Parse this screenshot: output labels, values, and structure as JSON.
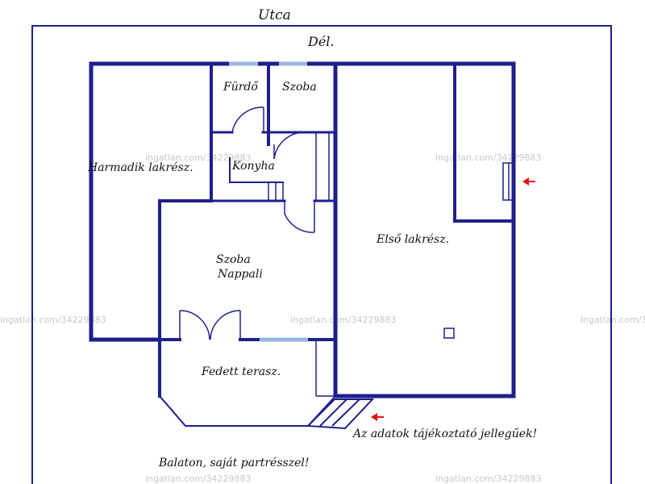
{
  "labels": {
    "street": "Utca",
    "south": "Dél.",
    "bathroom": "Fürdő",
    "room_top": "Szoba",
    "kitchen": "Konyha",
    "third_unit": "Harmadik lakrész.",
    "room_living_1": "Szoba",
    "room_living_2": "Nappali",
    "first_unit": "Első lakrész.",
    "terrace": "Fedett terasz.",
    "note": "Az adatok tájékoztató jellegűek!",
    "lake": "Balaton, saját partrésszel!"
  },
  "watermark": "ingatlan.com/34229883",
  "colors": {
    "wall": "#1f1f8c",
    "border": "#1f1f8c",
    "window": "#9ab8dc",
    "arrow": "#e01010",
    "text": "#111111"
  }
}
